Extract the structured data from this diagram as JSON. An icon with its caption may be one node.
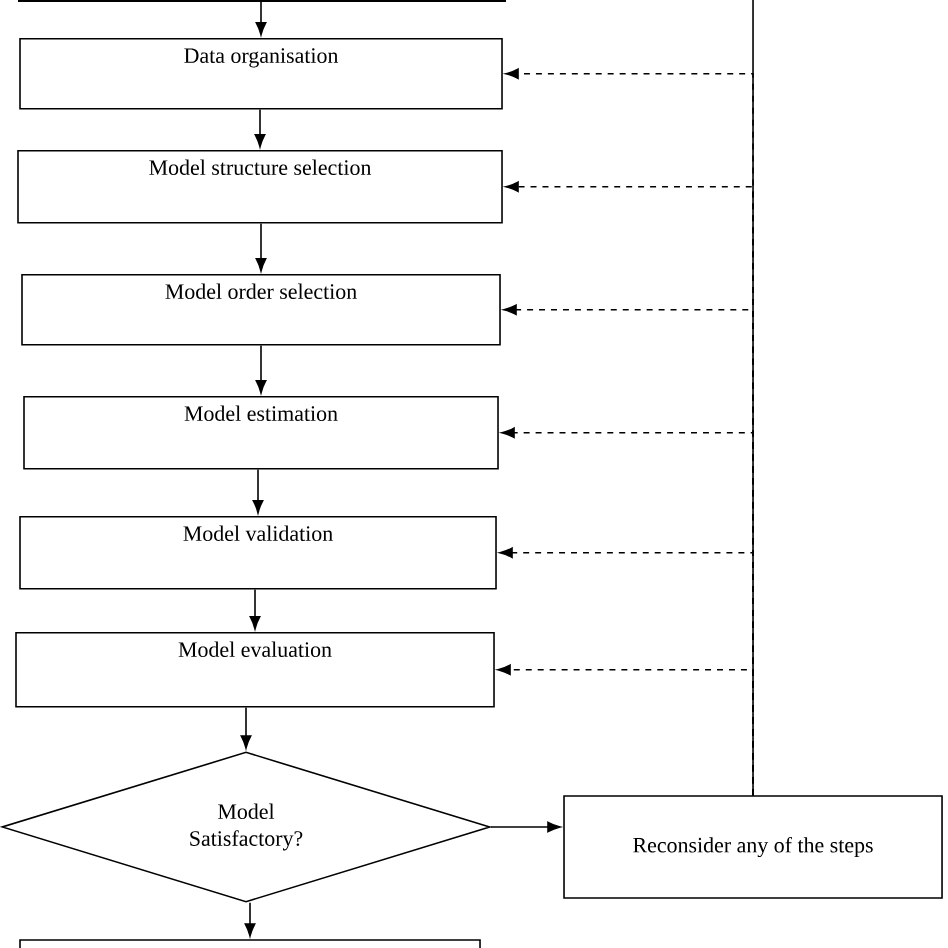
{
  "diagram": {
    "nodes": [
      {
        "text": [],
        "shape": "box"
      },
      {
        "text": [
          "Data organisation"
        ]
      },
      {
        "text": [
          "Model structure selection"
        ]
      },
      {
        "text": [
          "Model order selection"
        ]
      },
      {
        "text": [
          "Model estimation"
        ]
      },
      {
        "text": [
          "Model validation"
        ]
      },
      {
        "text": [
          "Model evaluation"
        ]
      },
      {
        "text": [
          "Model Satisfactory?"
        ]
      },
      {
        "text": [
          "Reconsider any of the steps"
        ]
      },
      {
        "text": [],
        "shape": "box"
      }
    ],
    "edges": [
      {
        "from": 0,
        "to": 1,
        "arrow": "to"
      },
      {
        "from": 1,
        "to": 2,
        "arrow": "to"
      },
      {
        "from": 2,
        "to": 3,
        "arrow": "to"
      },
      {
        "from": 3,
        "to": 4,
        "arrow": "to"
      },
      {
        "from": 4,
        "to": 5,
        "arrow": "to"
      },
      {
        "from": 5,
        "to": 6,
        "arrow": "to"
      },
      {
        "from": 6,
        "to": 7,
        "arrow": "to"
      },
      {
        "from": 7,
        "to": 8,
        "arrow": "to"
      },
      {
        "from": 7,
        "to": 9,
        "arrow": "to"
      },
      {
        "from": 8,
        "to": 1,
        "arrow": "to",
        "style": "dashed"
      },
      {
        "from": 8,
        "to": 2,
        "arrow": "to",
        "style": "dashed"
      },
      {
        "from": 8,
        "to": 3,
        "arrow": "to",
        "style": "dashed"
      },
      {
        "from": 8,
        "to": 4,
        "arrow": "to",
        "style": "dashed"
      },
      {
        "from": 8,
        "to": 5,
        "arrow": "to",
        "style": "dashed"
      },
      {
        "from": 8,
        "to": 6,
        "arrow": "to",
        "style": "dashed"
      }
    ]
  }
}
